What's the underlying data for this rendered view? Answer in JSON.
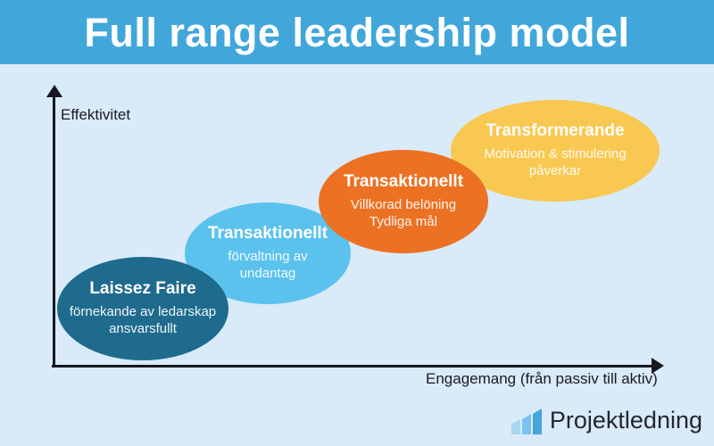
{
  "header": {
    "title": "Full range leadership model"
  },
  "axes": {
    "y_label": "Effektivitet",
    "x_label": "Engagemang (från passiv till aktiv)"
  },
  "stages": [
    {
      "id": "laissez-faire",
      "title": "Laissez Faire",
      "description": "förnekande av ledarskap\nansvarsfullt",
      "color": "#1f6b8e"
    },
    {
      "id": "transaktionellt-undantag",
      "title": "Transaktionellt",
      "description": "förvaltning av\nundantag",
      "color": "#5bc2ee"
    },
    {
      "id": "transaktionellt-beloning",
      "title": "Transaktionellt",
      "description": "Villkorad belöning\nTydliga mål",
      "color": "#ec7123"
    },
    {
      "id": "transformerande",
      "title": "Transformerande",
      "description": "Motivation & stimulering\npåverkar",
      "color": "#f9c851"
    }
  ],
  "brand": {
    "name": "Projektledning",
    "icon": "ascending-bars-chart-icon",
    "bar_colors": [
      "#a7d7f2",
      "#7ac3ec",
      "#47a5dc"
    ]
  },
  "colors": {
    "banner": "#41a7db",
    "background": "#d9eaf8",
    "axis": "#17171f"
  }
}
